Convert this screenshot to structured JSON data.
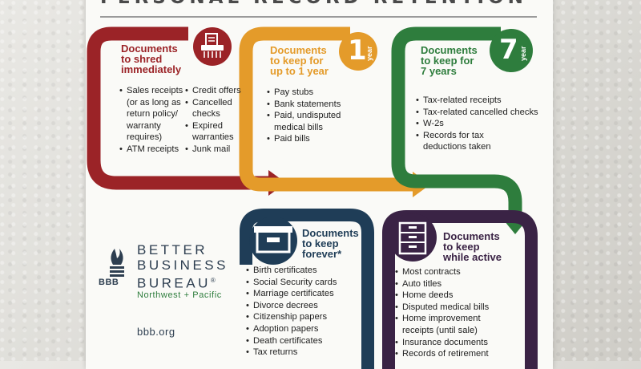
{
  "poster": {
    "title": "PERSONAL RECORD RETENTION SCHEDULE",
    "colors": {
      "shred": "#9b2327",
      "one_year": "#e49b2a",
      "seven_year": "#2e7d3d",
      "forever": "#1f3d57",
      "while_active": "#3a2345"
    }
  },
  "sections": {
    "shred": {
      "heading": [
        "Documents",
        "to shred",
        "immediately"
      ],
      "items_left": [
        "Sales receipts",
        "(or as long as",
        "return policy/",
        "warranty",
        "requires)",
        "ATM receipts"
      ],
      "items_left_bullets": [
        true,
        false,
        false,
        false,
        false,
        true
      ],
      "items_right": [
        "Credit offers",
        "Cancelled",
        "checks",
        "Expired",
        "warranties",
        "Junk mail"
      ],
      "items_right_bullets": [
        true,
        true,
        false,
        true,
        false,
        true
      ]
    },
    "one_year": {
      "heading": [
        "Documents",
        "to keep for",
        "up to 1 year"
      ],
      "badge_number": "1",
      "badge_unit": "year",
      "items": [
        "Pay stubs",
        "Bank statements",
        "Paid, undisputed",
        "medical bills",
        "Paid bills"
      ],
      "bullets": [
        true,
        true,
        true,
        false,
        true
      ]
    },
    "seven_year": {
      "heading": [
        "Documents",
        "to keep for",
        "7 years"
      ],
      "badge_number": "7",
      "badge_unit": "year",
      "items": [
        "Tax-related receipts",
        "Tax-related cancelled checks",
        "W-2s",
        "Records for tax",
        "deductions taken"
      ],
      "bullets": [
        true,
        true,
        true,
        true,
        false
      ]
    },
    "forever": {
      "heading": [
        "Documents",
        "to keep",
        "forever*"
      ],
      "items": [
        "Birth certificates",
        "Social Security cards",
        "Marriage certificates",
        "Divorce decrees",
        "Citizenship papers",
        "Adoption papers",
        "Death certificates",
        "Tax returns"
      ],
      "bullets": [
        true,
        true,
        true,
        true,
        true,
        true,
        true,
        true
      ]
    },
    "while_active": {
      "heading": [
        "Documents",
        "to keep",
        "while active"
      ],
      "items": [
        "Most contracts",
        "Auto titles",
        "Home deeds",
        "Disputed medical bills",
        "Home improvement",
        "receipts (until sale)",
        "Insurance documents",
        "Records of retirement"
      ],
      "bullets": [
        true,
        true,
        true,
        true,
        true,
        false,
        true,
        true
      ]
    }
  },
  "bbb": {
    "logo_mark": "BBB",
    "line1": "BETTER",
    "line2": "BUSINESS",
    "line3": "BUREAU",
    "trademark": "®",
    "region": "Northwest + Pacific",
    "website": "bbb.org"
  }
}
